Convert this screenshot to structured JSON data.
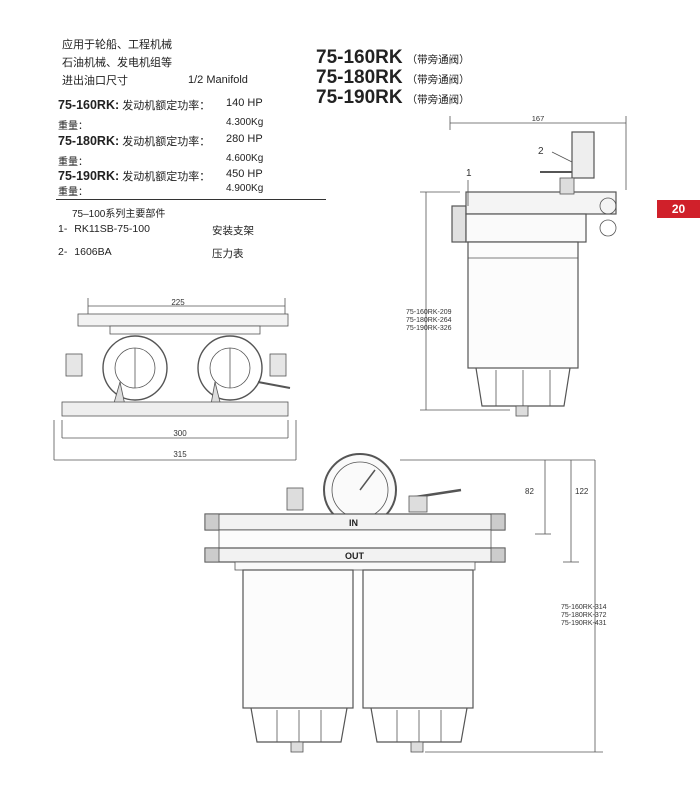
{
  "application": {
    "line1": "应用于轮船、工程机械",
    "line2": "石油机械、发电机组等",
    "line3_label": "进出油口尺寸",
    "line3_value": "1/2  Manifold"
  },
  "ratings": [
    {
      "model": "75-160RK:",
      "power_label": "发动机额定功率：",
      "power_value": "140  HP",
      "weight_label": "重量：",
      "weight_value": "4.300Kg"
    },
    {
      "model": "75-180RK:",
      "power_label": "发动机额定功率：",
      "power_value": "280  HP",
      "weight_label": "重量：",
      "weight_value": "4.600Kg"
    },
    {
      "model": "75-190RK:",
      "power_label": "发动机额定功率：",
      "power_value": "450  HP",
      "weight_label": "重量：",
      "weight_value": "4.900Kg"
    }
  ],
  "titles": [
    {
      "model": "75-160RK",
      "note": "（带旁通阀）"
    },
    {
      "model": "75-180RK",
      "note": "（带旁通阀）"
    },
    {
      "model": "75-190RK",
      "note": "（带旁通阀）"
    }
  ],
  "parts": {
    "heading": "75–100系列主要部件",
    "items": [
      {
        "no": "1-",
        "code": "RK11SB-75-100",
        "desc": "安装支架"
      },
      {
        "no": "2-",
        "code": "1606BA",
        "desc": "压力表"
      }
    ]
  },
  "page_number": "20",
  "dims_top_view": {
    "width": "225",
    "span": "300",
    "overall": "315"
  },
  "dims_side_view": {
    "width": "167",
    "callout_1": "1",
    "callout_2": "2",
    "heights": [
      "75-160RK-209",
      "75-180RK-264",
      "75-190RK-326"
    ]
  },
  "dims_front_view": {
    "d1": "82",
    "d2": "122",
    "heights": [
      "75-160RK-314",
      "75-180RK-372",
      "75-190RK-431"
    ],
    "label_in": "IN",
    "label_out": "OUT"
  }
}
